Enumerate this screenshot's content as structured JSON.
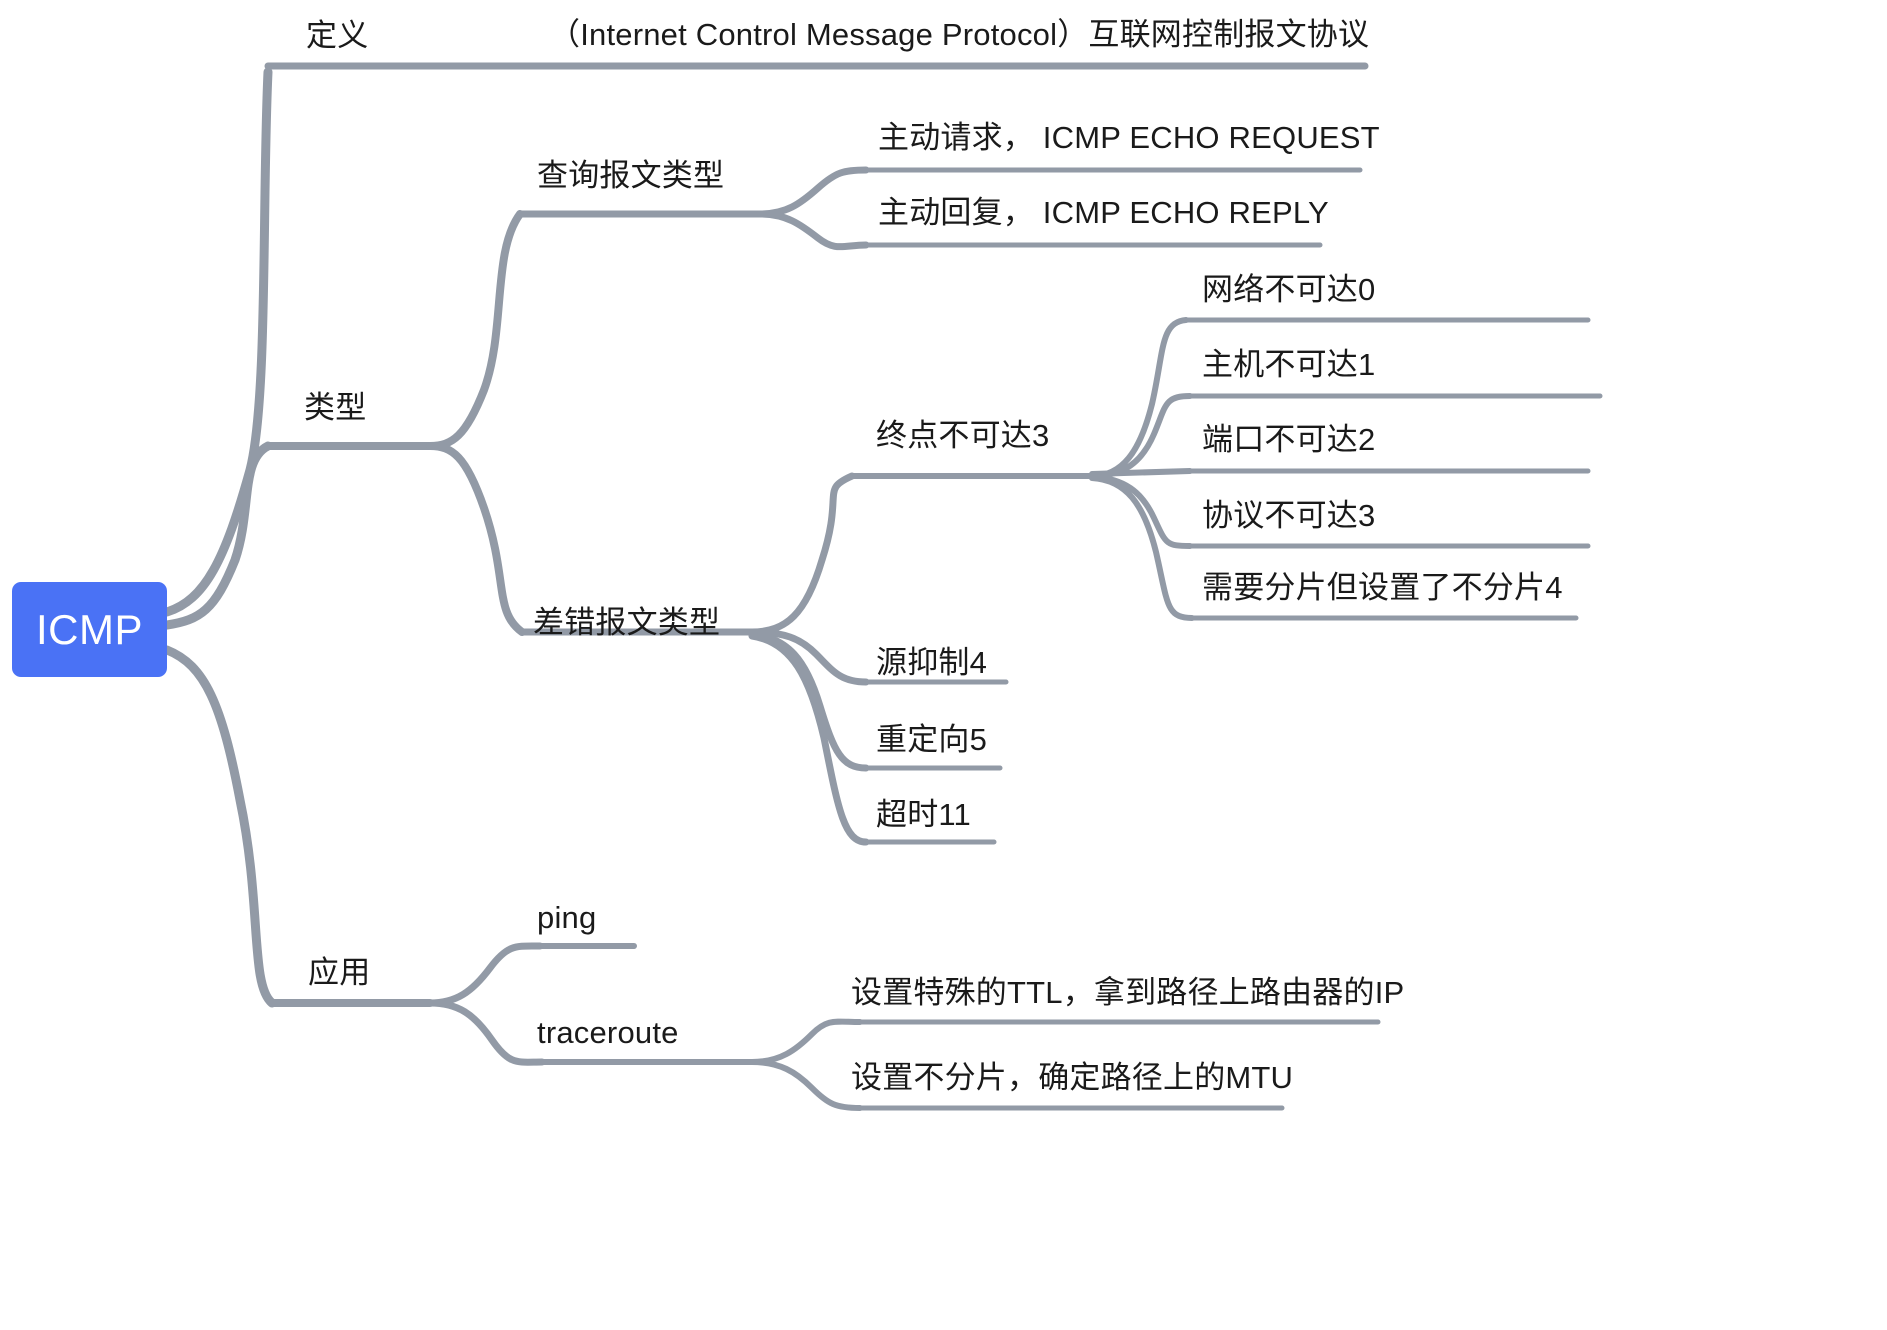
{
  "diagram": {
    "type": "mind-map",
    "title": "ICMP",
    "background_color": "#ffffff",
    "root_fill_color": "#4a72f5",
    "root_text_color": "#ffffff",
    "branch_color": "#929aa6",
    "text_color": "#1a1a1a",
    "root": {
      "label": "ICMP"
    },
    "level1": [
      {
        "id": "definition",
        "label": "定义"
      },
      {
        "id": "types",
        "label": "类型"
      },
      {
        "id": "applications",
        "label": "应用"
      }
    ],
    "definition": {
      "detail": "（Internet Control Message Protocol）互联网控制报文协议"
    },
    "types": {
      "query": {
        "label": "查询报文类型",
        "children": [
          "主动请求， ICMP ECHO REQUEST",
          "主动回复， ICMP ECHO REPLY"
        ]
      },
      "error": {
        "label": "差错报文类型",
        "children": [
          {
            "label": "终点不可达3",
            "children": [
              "网络不可达0",
              "主机不可达1",
              "端口不可达2",
              "协议不可达3",
              "需要分片但设置了不分片4"
            ]
          },
          {
            "label": "源抑制4",
            "children": []
          },
          {
            "label": "重定向5",
            "children": []
          },
          {
            "label": "超时11",
            "children": []
          }
        ]
      }
    },
    "applications": {
      "children": [
        {
          "label": "ping",
          "children": []
        },
        {
          "label": "traceroute",
          "children": [
            "设置特殊的TTL，拿到路径上路由器的IP",
            "设置不分片，确定路径上的MTU"
          ]
        }
      ]
    }
  }
}
